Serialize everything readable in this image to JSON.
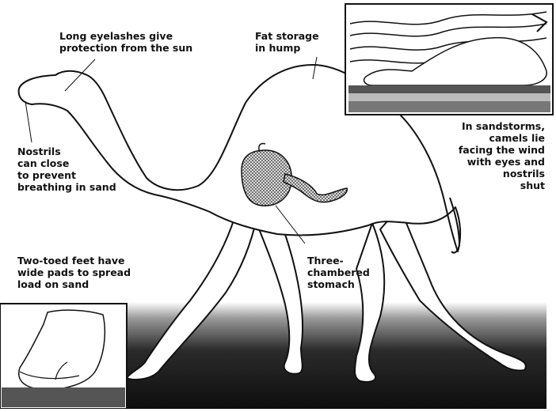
{
  "labels": {
    "eyelashes": "Long eyelashes give\nprotection from the sun",
    "fat": "Fat storage\nin hump",
    "nostrils": "Nostrils\ncan close\nto prevent\nbreathing in sand",
    "sandstorm": "In sandstorms,\ncamels lie\nfacing the wind\nwith eyes and\nnostrils\nshut",
    "feet": "Two-toed feet have\nwide pads to spread\nload on sand",
    "stomach": "Three-\nchambered\nstomach"
  }
}
